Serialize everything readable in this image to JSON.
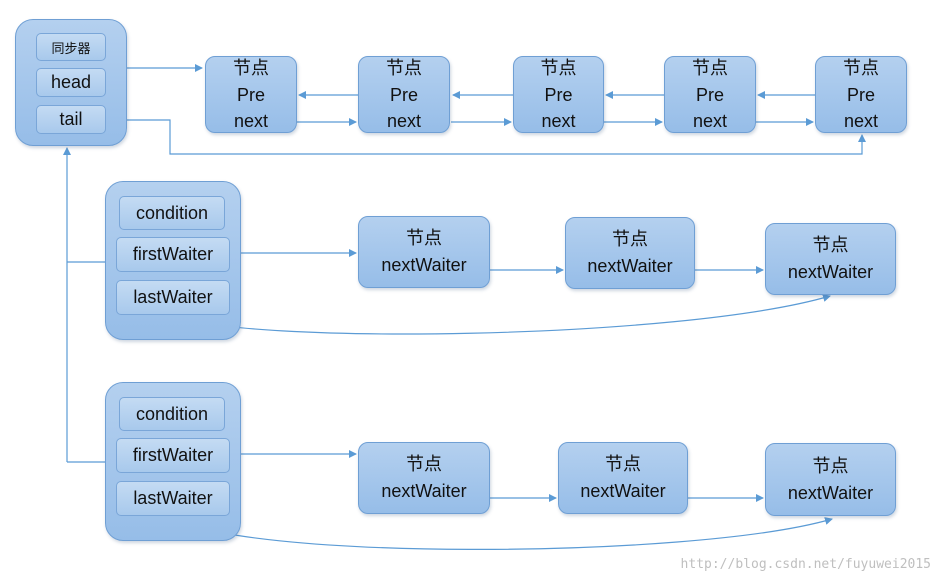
{
  "sync": {
    "label": "同步器",
    "head": "head",
    "tail": "tail"
  },
  "queue_nodes": [
    {
      "title": "节点",
      "pre": "Pre",
      "next": "next"
    },
    {
      "title": "节点",
      "pre": "Pre",
      "next": "next"
    },
    {
      "title": "节点",
      "pre": "Pre",
      "next": "next"
    },
    {
      "title": "节点",
      "pre": "Pre",
      "next": "next"
    },
    {
      "title": "节点",
      "pre": "Pre",
      "next": "next"
    }
  ],
  "conditions": [
    {
      "label": "condition",
      "first": "firstWaiter",
      "last": "lastWaiter",
      "nodes": [
        {
          "title": "节点",
          "next": "nextWaiter"
        },
        {
          "title": "节点",
          "next": "nextWaiter"
        },
        {
          "title": "节点",
          "next": "nextWaiter"
        }
      ]
    },
    {
      "label": "condition",
      "first": "firstWaiter",
      "last": "lastWaiter",
      "nodes": [
        {
          "title": "节点",
          "next": "nextWaiter"
        },
        {
          "title": "节点",
          "next": "nextWaiter"
        },
        {
          "title": "节点",
          "next": "nextWaiter"
        }
      ]
    }
  ],
  "colors": {
    "box": "#9fc3ea",
    "border": "#6f9fd4",
    "arrow": "#5b9bd5"
  },
  "watermark": "http://blog.csdn.net/fuyuwei2015"
}
